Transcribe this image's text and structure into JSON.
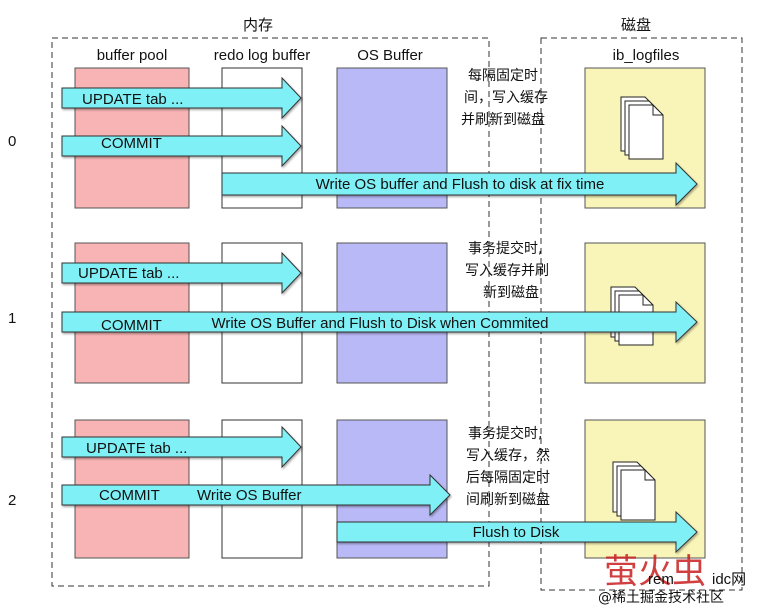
{
  "regions": {
    "memory_title": "内存",
    "disk_title": "磁盘"
  },
  "columns": {
    "buffer_pool": "buffer pool",
    "redo_log_buffer": "redo log buffer",
    "os_buffer": "OS Buffer",
    "ib_logfiles": "ib_logfiles"
  },
  "rows": [
    {
      "mode": "0",
      "update_label": "UPDATE tab ...",
      "commit_label": "COMMIT",
      "flush_label": "Write OS buffer and Flush to disk at fix time",
      "note_lines": [
        "每隔固定时",
        "间，写入缓存",
        "并刷新到磁盘"
      ]
    },
    {
      "mode": "1",
      "update_label": "UPDATE tab ...",
      "commit_label": "COMMIT",
      "flush_label": "Write OS Buffer and Flush to Disk when Commited",
      "note_lines": [
        "事务提交时,",
        "写入缓存并刷",
        "新到磁盘"
      ]
    },
    {
      "mode": "2",
      "update_label": "UPDATE tab ...",
      "commit_label": "COMMIT",
      "write_label": "Write OS Buffer",
      "flush_label": "Flush to Disk",
      "note_lines": [
        "事务提交时,",
        "写入缓存，然",
        "后每隔固定时",
        "间刷新到磁盘"
      ]
    }
  ],
  "watermark": {
    "big_text": "萤火虫",
    "partial_text": "rem",
    "site_text": "idc网",
    "sub_text": "@稀土掘金技术社区"
  },
  "colors": {
    "buffer_pool_fill": "#f8b4b4",
    "os_buffer_fill": "#b9b9f7",
    "disk_fill": "#f9f5b9",
    "arrow_fill": "#7ff0f5",
    "watermark": "#c81e1e"
  }
}
